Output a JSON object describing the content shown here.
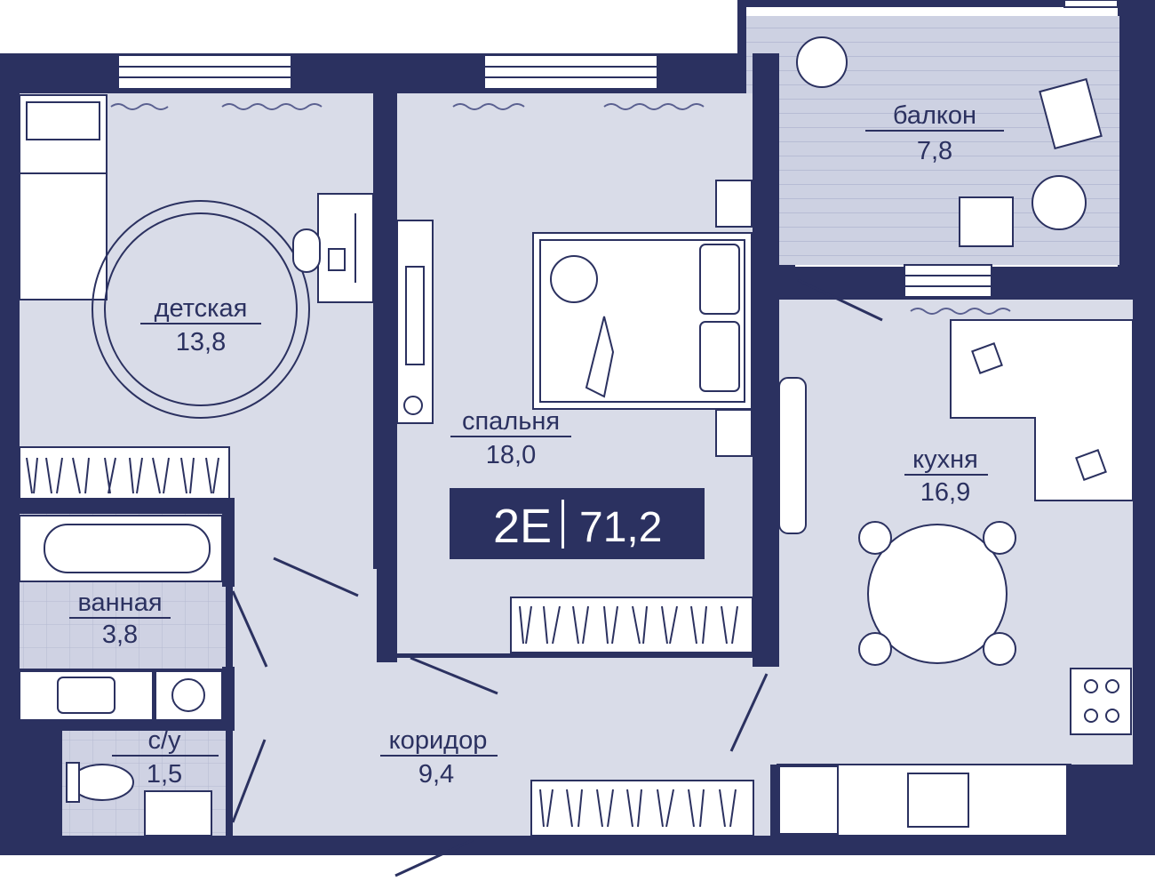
{
  "plan": {
    "code": "2E",
    "total_area": "71,2",
    "colors": {
      "wall": "#2b3160",
      "floor": "#d9dce8",
      "balcony": "#c9cde0",
      "tile": "#c6cadf",
      "line": "#5a6090",
      "furniture": "#ffffff"
    },
    "rooms": [
      {
        "key": "kids",
        "name": "детская",
        "area": "13,8"
      },
      {
        "key": "bedroom",
        "name": "спальня",
        "area": "18,0"
      },
      {
        "key": "balcony",
        "name": "балкон",
        "area": "7,8"
      },
      {
        "key": "kitchen",
        "name": "кухня",
        "area": "16,9"
      },
      {
        "key": "bathroom",
        "name": "ванная",
        "area": "3,8"
      },
      {
        "key": "wc",
        "name": "с/у",
        "area": "1,5"
      },
      {
        "key": "corridor",
        "name": "коридор",
        "area": "9,4"
      }
    ]
  }
}
